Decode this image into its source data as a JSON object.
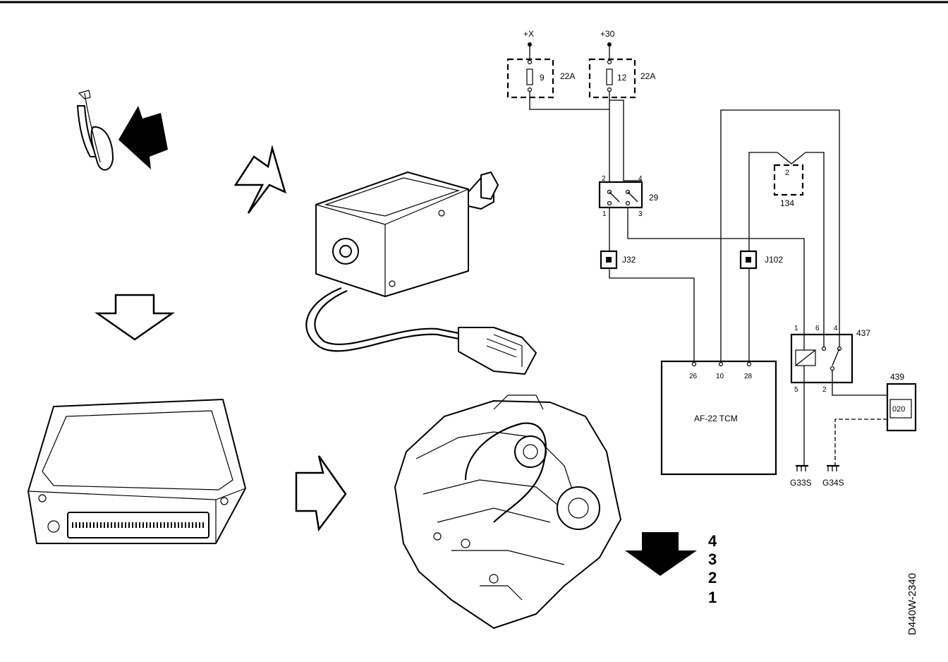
{
  "labels": {
    "supply_x": "+X",
    "supply_30": "+30",
    "fuse_left_num": "9",
    "fuse_left_name": "22A",
    "fuse_right_num": "12",
    "fuse_right_name": "22A",
    "relay29": "29",
    "relay29_pin2": "2",
    "relay29_pin4": "4",
    "relay29_pin1": "1",
    "relay29_pin3": "3",
    "comp134_num": "2",
    "comp134": "134",
    "j32": "J32",
    "j102": "J102",
    "tcm_title": "AF-22 TCM",
    "tcm_pin_a": "26",
    "tcm_pin_b": "10",
    "tcm_pin_c": "28",
    "relay437": "437",
    "relay437_pin1": "1",
    "relay437_pin6": "6",
    "relay437_pin4": "4",
    "relay437_pin5": "5",
    "relay437_pin2": "2",
    "comp439": "439",
    "comp439_inner": "020",
    "ground_g33s": "G33S",
    "ground_g34s": "G34S",
    "gear_4": "4",
    "gear_3": "3",
    "gear_2": "2",
    "gear_1": "1",
    "doc_id": "D440W-2340"
  }
}
